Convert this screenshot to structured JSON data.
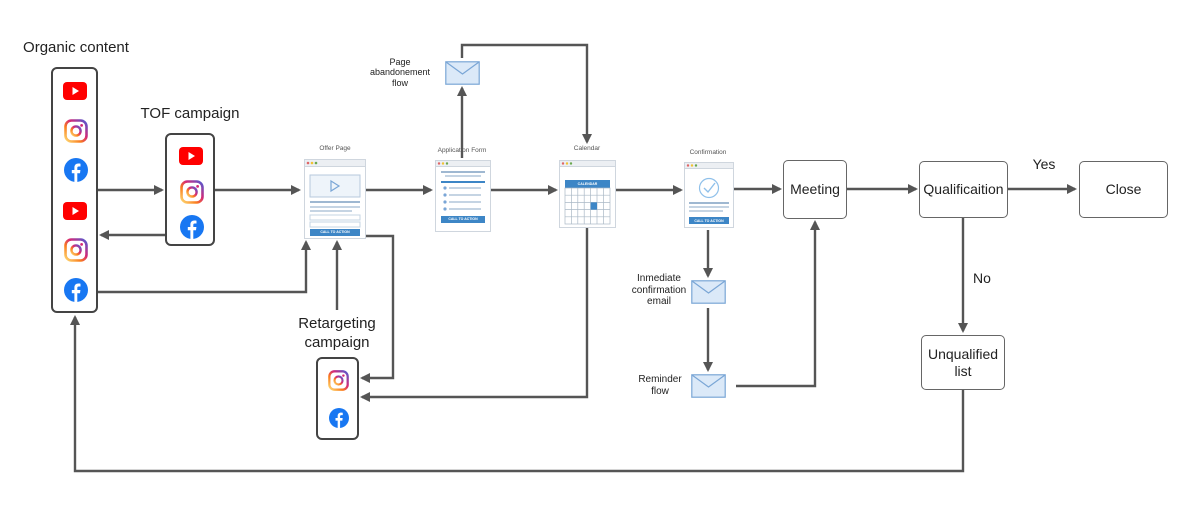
{
  "sources": {
    "organic_title": "Organic content",
    "organic_icons": [
      "youtube-icon",
      "instagram-icon",
      "facebook-icon",
      "youtube-icon",
      "instagram-icon",
      "facebook-icon"
    ],
    "tof_title": "TOF campaign",
    "tof_icons": [
      "youtube-icon",
      "instagram-icon",
      "facebook-icon"
    ],
    "retargeting_title_line1": "Retargeting",
    "retargeting_title_line2": "campaign",
    "retargeting_icons": [
      "instagram-icon",
      "facebook-icon"
    ]
  },
  "pages": {
    "offer_page": {
      "title": "Offer Page",
      "cta": "CALL TO ACTION"
    },
    "application_form": {
      "title": "Application Form",
      "cta": "CALL TO ACTION"
    },
    "calendar": {
      "title": "Calendar",
      "header": "CALENDAR"
    },
    "confirmation": {
      "title": "Confirmation",
      "cta": "CALL TO ACTION"
    }
  },
  "emails": {
    "abandonment_line1": "Page",
    "abandonment_line2": "abandonement",
    "abandonment_line3": "flow",
    "immediate_line1": "Inmediate",
    "immediate_line2": "confirmation",
    "immediate_line3": "email",
    "reminder_line1": "Reminder",
    "reminder_line2": "flow"
  },
  "steps": {
    "meeting": "Meeting",
    "qualification": "Qualificaition",
    "close": "Close",
    "unqualified_line1": "Unqualified",
    "unqualified_line2": "list"
  },
  "decisions": {
    "yes": "Yes",
    "no": "No"
  },
  "colors": {
    "line": "#555555",
    "youtube": "#ff0000",
    "facebook": "#1877f2",
    "instagram": "#d6249f",
    "email_fill": "#dbe9f8",
    "email_stroke": "#7aa6d6",
    "cta_blue": "#3d86c6"
  }
}
